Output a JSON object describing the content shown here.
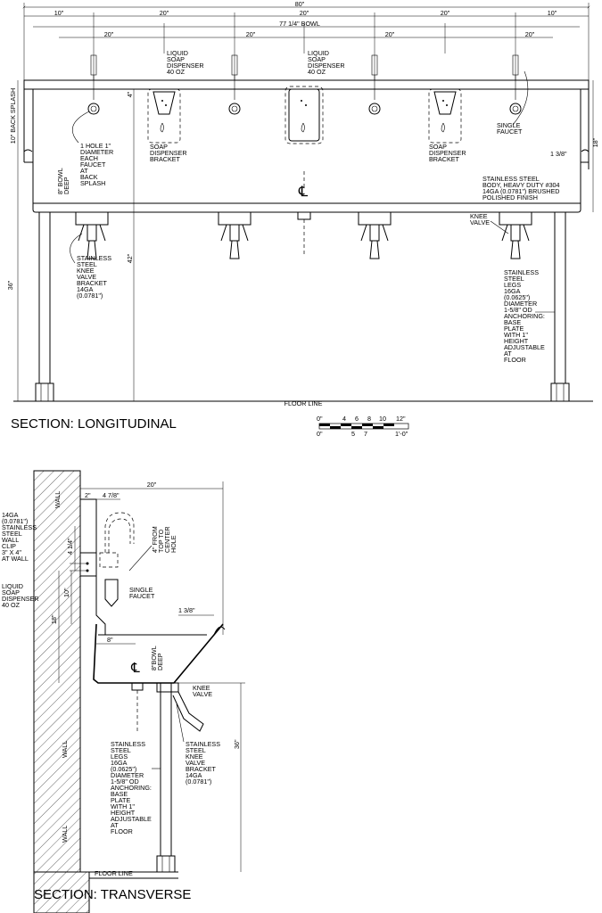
{
  "longitudinal": {
    "title": "SECTION: LONGITUDINAL",
    "dims_top": [
      "80\"",
      "10\"",
      "20\"",
      "20\"",
      "20\"",
      "10\"",
      "77 1/4\" BOWL",
      "20\"",
      "20\"",
      "20\"",
      "20\""
    ],
    "dims_side": [
      "10\" BACK SPLASH",
      "36\"",
      "42\"",
      "4\"",
      "18\"",
      "1 3/8\""
    ],
    "labels": {
      "soap1": [
        "LIQUID",
        "SOAP",
        "DISPENSER",
        "40 OZ"
      ],
      "soap2": [
        "LIQUID",
        "SOAP",
        "DISPENSER",
        "40 OZ"
      ],
      "bracket1": [
        "SOAP",
        "DISPENSER",
        "BRACKET"
      ],
      "bracket2": [
        "SOAP",
        "DISPENSER",
        "BRACKET"
      ],
      "faucet": [
        "SINGLE",
        "FAUCET"
      ],
      "hole": [
        "1 HOLE 1\"",
        "DIAMETER",
        "EACH",
        "FAUCET",
        "AT",
        "BACK",
        "SPLASH"
      ],
      "bowl_deep": [
        "8\" BOWL",
        "DEEP"
      ],
      "body": [
        "STAINLESS STEEL",
        "BODY, HEAVY DUTY #304",
        "14GA (0.0781\") BRUSHED",
        "POLISHED FINISH"
      ],
      "knee_valve": [
        "KNEE",
        "VALVE"
      ],
      "knee_bracket": [
        "STAINLESS",
        "STEEL",
        "KNEE",
        "VALVE",
        "BRACKET",
        "14GA",
        "(0.0781\")"
      ],
      "legs": [
        "STAINLESS",
        "STEEL",
        "LEGS",
        "16GA",
        "(0.0625\")",
        "DIAMETER",
        "1-5/8\" OD",
        "ANCHORING:",
        "BASE",
        "PLATE",
        "WITH 1\"",
        "HEIGHT",
        "ADJUSTABLE",
        "AT",
        "FLOOR"
      ],
      "floor_line": "FLOOR LINE",
      "centerline": "℄"
    },
    "scale_top": [
      "0\"",
      "4",
      "6",
      "8",
      "10",
      "12\""
    ],
    "scale_bottom": [
      "0\"",
      "5",
      "7",
      "1'-0\""
    ]
  },
  "transverse": {
    "title": "SECTION: TRANSVERSE",
    "dims": [
      "20\"",
      "2\"",
      "4 7/8\"",
      "4 1/4\"",
      "10\"",
      "18\"",
      "8\"",
      "1 3/8\"",
      "36\""
    ],
    "labels": {
      "wall_top": "WALL",
      "wall_mid": "WALL",
      "wall_bottom": "WALL",
      "wall_clip": [
        "14GA",
        "(0.0781\")",
        "STAINLESS",
        "STEEL",
        "WALL",
        "CLIP",
        "3\" X 4\"",
        "AT WALL"
      ],
      "soap": [
        "LIQUID",
        "SOAP",
        "DISPENSER",
        "40 OZ"
      ],
      "from_top": [
        "4\" FROM",
        "TOP TO",
        "CENTER",
        "HOLE"
      ],
      "faucet": [
        "SINGLE",
        "FAUCET"
      ],
      "bowl_deep": [
        "8\"BOWL",
        "DEEP"
      ],
      "knee_valve": [
        "KNEE",
        "VALVE"
      ],
      "legs": [
        "STAINLESS",
        "STEEL",
        "LEGS",
        "16GA",
        "(0.0625\")",
        "DIAMETER",
        "1-5/8\" OD",
        "ANCHORING:",
        "BASE",
        "PLATE",
        "WITH 1\"",
        "HEIGHT",
        "ADJUSTABLE",
        "AT",
        "FLOOR"
      ],
      "knee_bracket": [
        "STAINLESS",
        "STEEL",
        "KNEE",
        "VALVE",
        "BRACKET",
        "14GA",
        "(0.0781\")"
      ],
      "floor_line": "FLOOR LINE",
      "centerline": "℄"
    }
  }
}
